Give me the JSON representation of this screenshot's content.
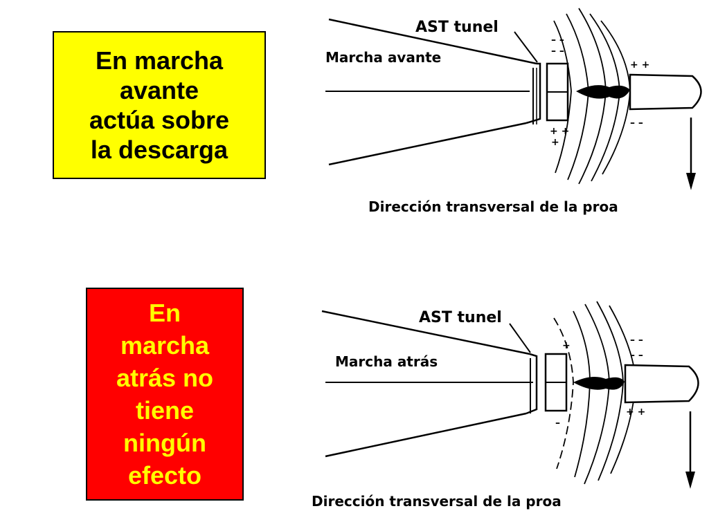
{
  "colors": {
    "callout_top_bg": "#ffff00",
    "callout_top_text": "#000000",
    "callout_bottom_bg": "#ff0000",
    "callout_bottom_text": "#ffff00"
  },
  "top": {
    "callout_lines": [
      "En marcha",
      "avante",
      "actúa sobre",
      "la descarga"
    ],
    "tunnel_label": "AST tunel",
    "mode_label": "Marcha avante",
    "caption": "Dirección transversal de la proa",
    "signs": {
      "upper_left": "– –",
      "upper_left2": "– –",
      "lower_left": "+ +",
      "lower_left2": "+",
      "upper_right": "+ +",
      "lower_right": "– –"
    },
    "arrow_icon": "down-arrow-icon"
  },
  "bottom": {
    "callout_lines": [
      "En",
      "marcha",
      "atrás no",
      "tiene",
      "ningún",
      "efecto"
    ],
    "tunnel_label": "AST tunel",
    "mode_label": "Marcha atrás",
    "caption": "Dirección transversal de la proa",
    "signs": {
      "upper_left": "+",
      "lower_left": "–",
      "upper_right": "– –",
      "upper_right2": "– –",
      "lower_right": "+ +"
    },
    "arrow_icon": "down-arrow-icon"
  }
}
